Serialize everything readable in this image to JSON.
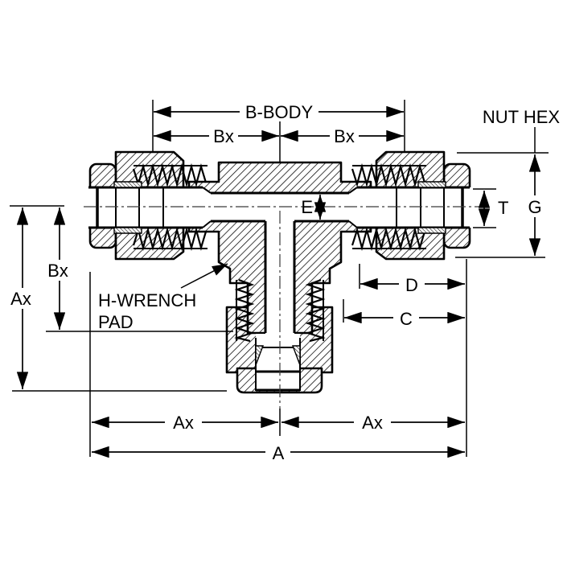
{
  "drawing": {
    "title": "Tee tube-fitting cross-section dimension drawing",
    "colors": {
      "ink": "#000000",
      "background": "#ffffff"
    },
    "labels": {
      "b_body": "B-BODY",
      "bx_top_left": "Bx",
      "bx_top_right": "Bx",
      "nut_hex": "NUT HEX",
      "g": "G",
      "t": "T",
      "e": "E",
      "bx_left": "Bx",
      "ax_left": "Ax",
      "wrench_pad_line1": "H-WRENCH",
      "wrench_pad_line2": "PAD",
      "d": "D",
      "c": "C",
      "ax_bottom_left": "Ax",
      "ax_bottom_right": "Ax",
      "a": "A"
    }
  }
}
